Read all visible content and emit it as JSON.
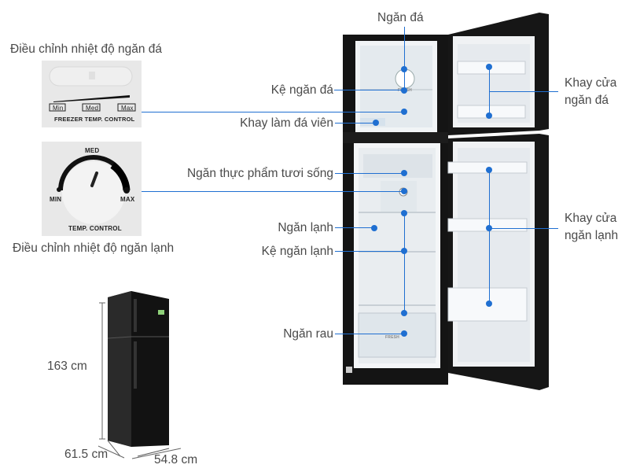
{
  "labels": {
    "freezer_control_title": "Điều chỉnh nhiệt độ ngăn đá",
    "fridge_control_title": "Điều chỉnh nhiệt độ ngăn lạnh",
    "ngan_da": "Ngăn đá",
    "ke_ngan_da": "Kệ ngăn đá",
    "khay_lam_da": "Khay làm đá viên",
    "ngan_thuc_pham": "Ngăn thực phẩm tươi sống",
    "ngan_lanh": "Ngăn lạnh",
    "ke_ngan_lanh": "Kệ ngăn lạnh",
    "ngan_rau": "Ngăn rau",
    "khay_cua_ngan_da_1": "Khay cửa",
    "khay_cua_ngan_da_2": "ngăn đá",
    "khay_cua_ngan_lanh_1": "Khay cửa",
    "khay_cua_ngan_lanh_2": "ngăn lạnh"
  },
  "freezer_panel": {
    "min": "Min",
    "med": "Med",
    "max": "Max",
    "caption": "FREEZER TEMP. CONTROL"
  },
  "fridge_panel": {
    "min": "MIN",
    "med": "MED",
    "max": "MAX",
    "caption": "TEMP. CONTROL"
  },
  "dimensions": {
    "height": "163 cm",
    "depth": "61.5 cm",
    "width": "54.8 cm"
  },
  "interior_marks": {
    "fresh": "FRESH",
    "crisper": "FRESH"
  },
  "colors": {
    "accent": "#1f6fd1",
    "body": "#111111",
    "panel_bg": "#e8e8e8"
  }
}
